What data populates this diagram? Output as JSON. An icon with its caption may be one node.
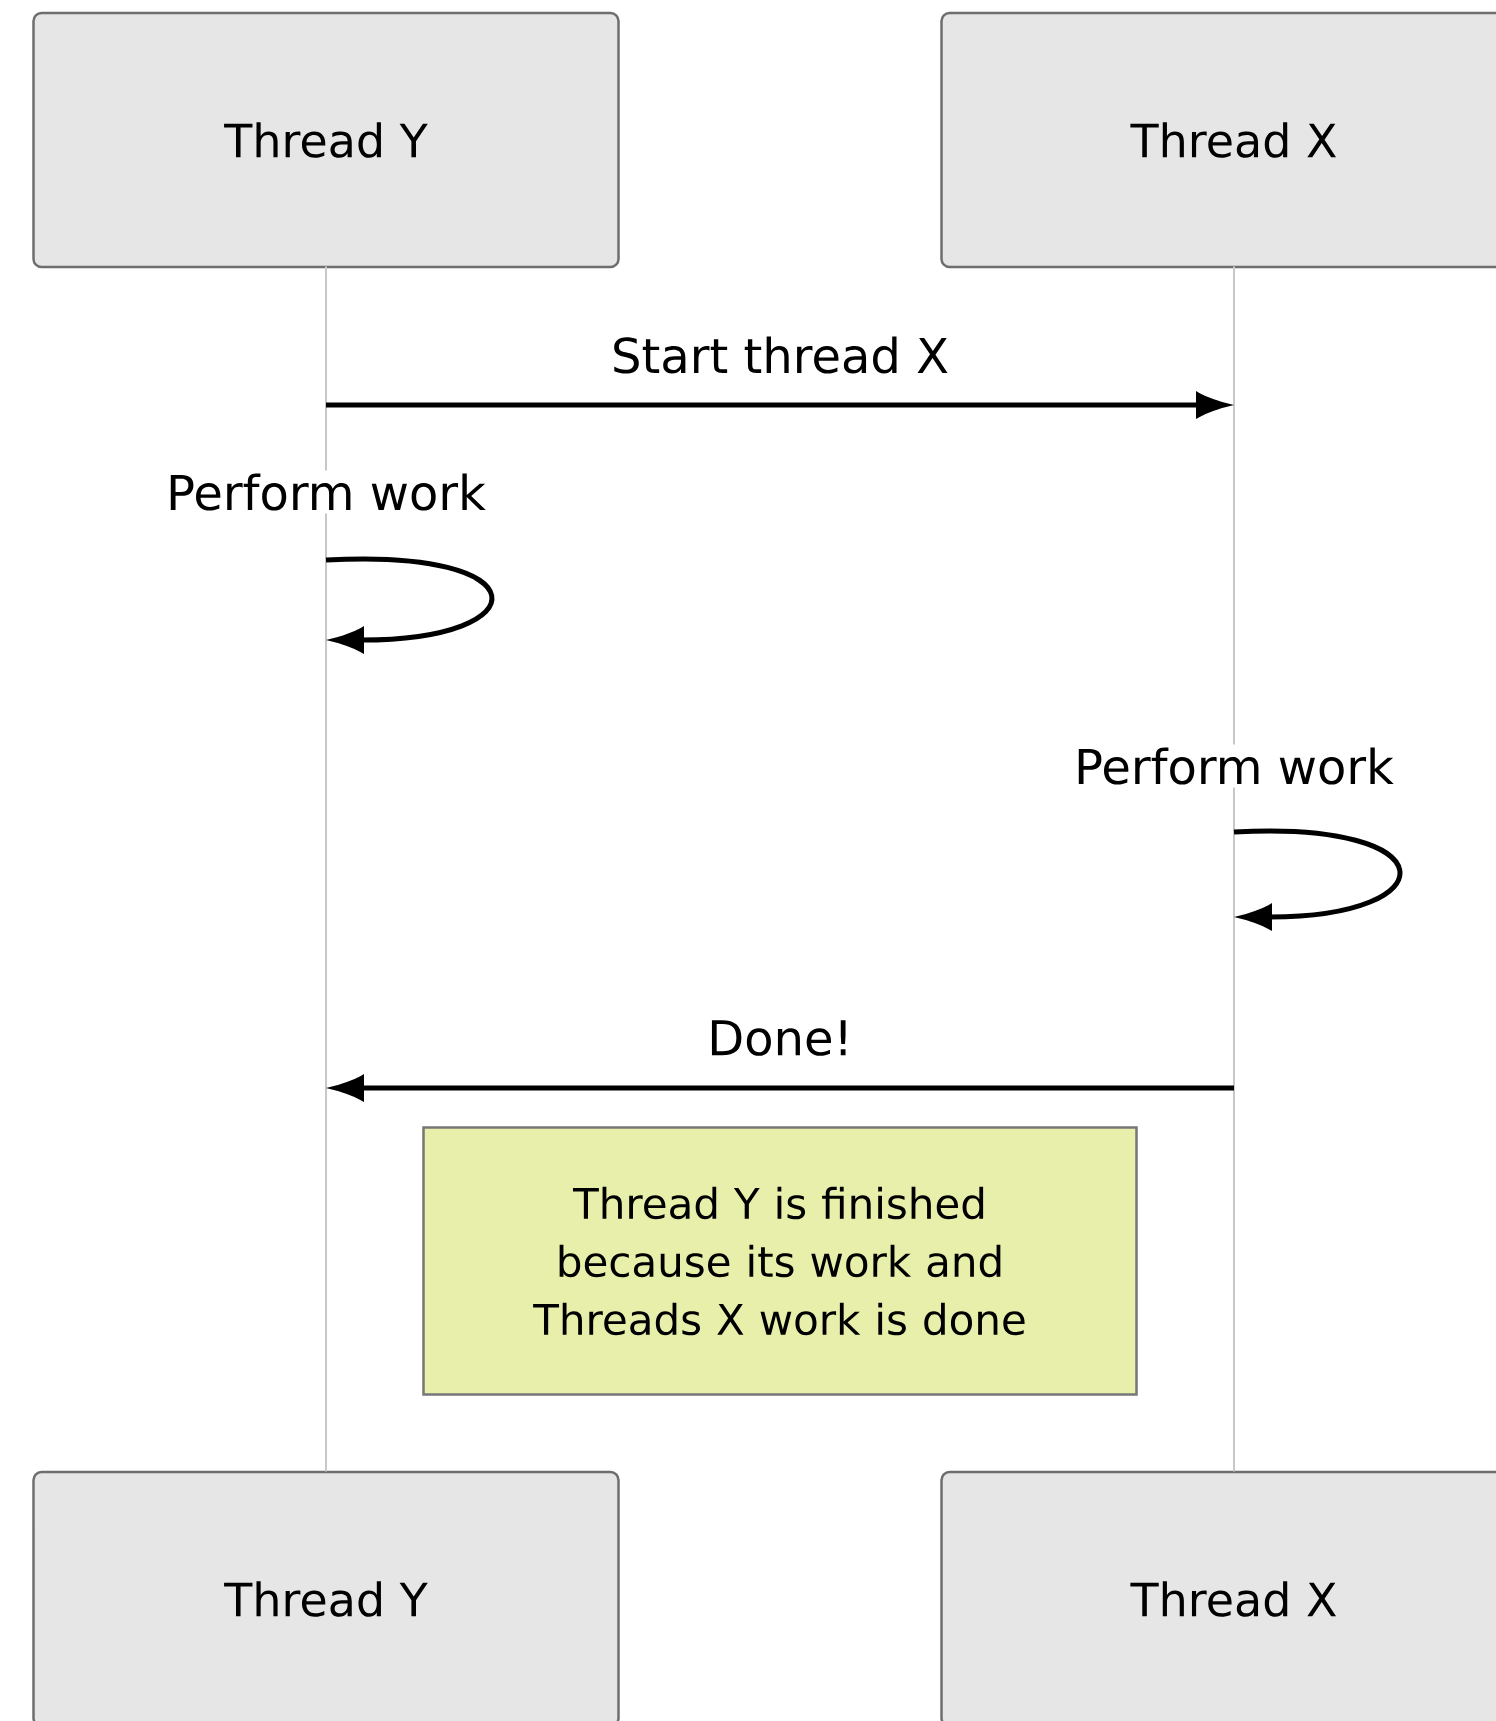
{
  "diagram": {
    "nodes": [
      {
        "text": [
          "Thread Y"
        ]
      },
      {
        "text": [
          "Thread X"
        ]
      },
      {
        "text": [
          "Thread Y"
        ]
      },
      {
        "text": [
          "Thread X"
        ]
      },
      {
        "text": [
          "Thread Y is finished because its work and Threads X work is done"
        ]
      },
      {
        "text": [],
        "shape": "bar"
      },
      {
        "text": [],
        "shape": "bar"
      }
    ],
    "edges": [
      {
        "from": 5,
        "to": 6,
        "arrow": "to",
        "label": "Start thread X"
      },
      {
        "from": 5,
        "to": 5,
        "arrow": "to",
        "label": "Perform work"
      },
      {
        "from": 6,
        "to": 6,
        "arrow": "to",
        "label": "Perform work"
      },
      {
        "from": 6,
        "to": 5,
        "arrow": "to",
        "label": "Done!"
      }
    ]
  }
}
